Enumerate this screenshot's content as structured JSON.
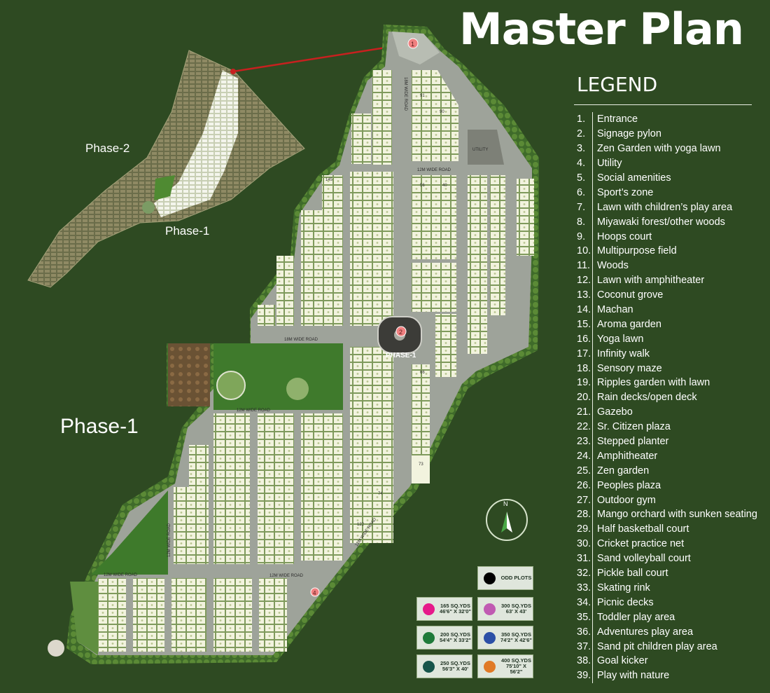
{
  "title": "Master Plan",
  "legend": {
    "heading": "LEGEND",
    "items": [
      {
        "num": "1.",
        "label": "Entrance"
      },
      {
        "num": "2.",
        "label": "Signage pylon"
      },
      {
        "num": "3.",
        "label": "Zen Garden with yoga lawn"
      },
      {
        "num": "4.",
        "label": "Utility"
      },
      {
        "num": "5.",
        "label": "Social amenities"
      },
      {
        "num": "6.",
        "label": "Sport’s zone"
      },
      {
        "num": "7.",
        "label": "Lawn with children’s play area"
      },
      {
        "num": "8.",
        "label": "Miyawaki forest/other woods"
      },
      {
        "num": "9.",
        "label": "Hoops court"
      },
      {
        "num": "10.",
        "label": "Multipurpose field"
      },
      {
        "num": "11.",
        "label": "Woods"
      },
      {
        "num": "12.",
        "label": "Lawn with amphitheater"
      },
      {
        "num": "13.",
        "label": "Coconut grove"
      },
      {
        "num": "14.",
        "label": "Machan"
      },
      {
        "num": "15.",
        "label": "Aroma garden"
      },
      {
        "num": "16.",
        "label": "Yoga lawn"
      },
      {
        "num": "17.",
        "label": "Infinity walk"
      },
      {
        "num": "18.",
        "label": "Sensory maze"
      },
      {
        "num": "19.",
        "label": "Ripples garden with lawn"
      },
      {
        "num": "20.",
        "label": "Rain decks/open deck"
      },
      {
        "num": "21.",
        "label": "Gazebo"
      },
      {
        "num": "22.",
        "label": "Sr. Citizen plaza"
      },
      {
        "num": "23.",
        "label": "Stepped planter"
      },
      {
        "num": "24.",
        "label": "Amphitheater"
      },
      {
        "num": "25.",
        "label": "Zen garden"
      },
      {
        "num": "26.",
        "label": "Peoples plaza"
      },
      {
        "num": "27.",
        "label": "Outdoor gym"
      },
      {
        "num": "28.",
        "label": "Mango orchard with sunken seating"
      },
      {
        "num": "29.",
        "label": "Half basketball court"
      },
      {
        "num": "30.",
        "label": "Cricket practice net"
      },
      {
        "num": "31.",
        "label": "Sand volleyball court"
      },
      {
        "num": "32.",
        "label": "Pickle ball court"
      },
      {
        "num": "33.",
        "label": "Skating rink"
      },
      {
        "num": "34.",
        "label": "Picnic decks"
      },
      {
        "num": "35.",
        "label": "Toddler play area"
      },
      {
        "num": "36.",
        "label": "Adventures play area"
      },
      {
        "num": "37.",
        "label": "Sand pit children play area"
      },
      {
        "num": "38.",
        "label": "Goal kicker"
      },
      {
        "num": "39.",
        "label": "Play with nature"
      }
    ]
  },
  "phases": {
    "inset_phase2": "Phase-2",
    "inset_phase1": "Phase-1",
    "main_phase1": "Phase-1",
    "pylon_label": "PHASE-1"
  },
  "roads": {
    "r18_vertical": "18M WIDE ROAD",
    "r12_top": "12M WIDE ROAD",
    "r18_horizontal": "18M WIDE ROAD",
    "r12_lower": "12M WIDE ROAD",
    "r12_bottom_left": "12M WIDE ROAD",
    "r12_bottom_right": "12M WIDE ROAD",
    "r12_diagonal": "12M WIDE ROAD",
    "r12_left": "12M WIDE ROAD"
  },
  "utility_label": "UTILITY",
  "compass": "N",
  "plot_types": {
    "odd": {
      "label": "ODD PLOTS",
      "color": "#000000"
    },
    "p165": {
      "line1": "165 SQ.YDS",
      "line2": "46'6\" X 32'0\"",
      "color": "#e6198a"
    },
    "p200": {
      "line1": "200 SQ.YDS",
      "line2": "54'4\" X 33'2\"",
      "color": "#1f7a3a"
    },
    "p250": {
      "line1": "250 SQ.YDS",
      "line2": "56'3\" X 40'",
      "color": "#16544a"
    },
    "p300": {
      "line1": "300 SQ.YDS",
      "line2": "63' X 43'",
      "color": "#c05ab2"
    },
    "p350": {
      "line1": "350 SQ.YDS",
      "line2": "74'2\" X 42'6\"",
      "color": "#2b4fa6"
    },
    "p400": {
      "line1": "400 SQ.YDS",
      "line2": "75'10\" X 56'2\"",
      "color": "#e07a26"
    }
  },
  "map_markers": {
    "entrance": "1",
    "pylon": "2",
    "utility": "4",
    "plot_numbers": [
      "91",
      "90",
      "56",
      "40",
      "145",
      "66",
      "73",
      "74",
      "122"
    ]
  }
}
